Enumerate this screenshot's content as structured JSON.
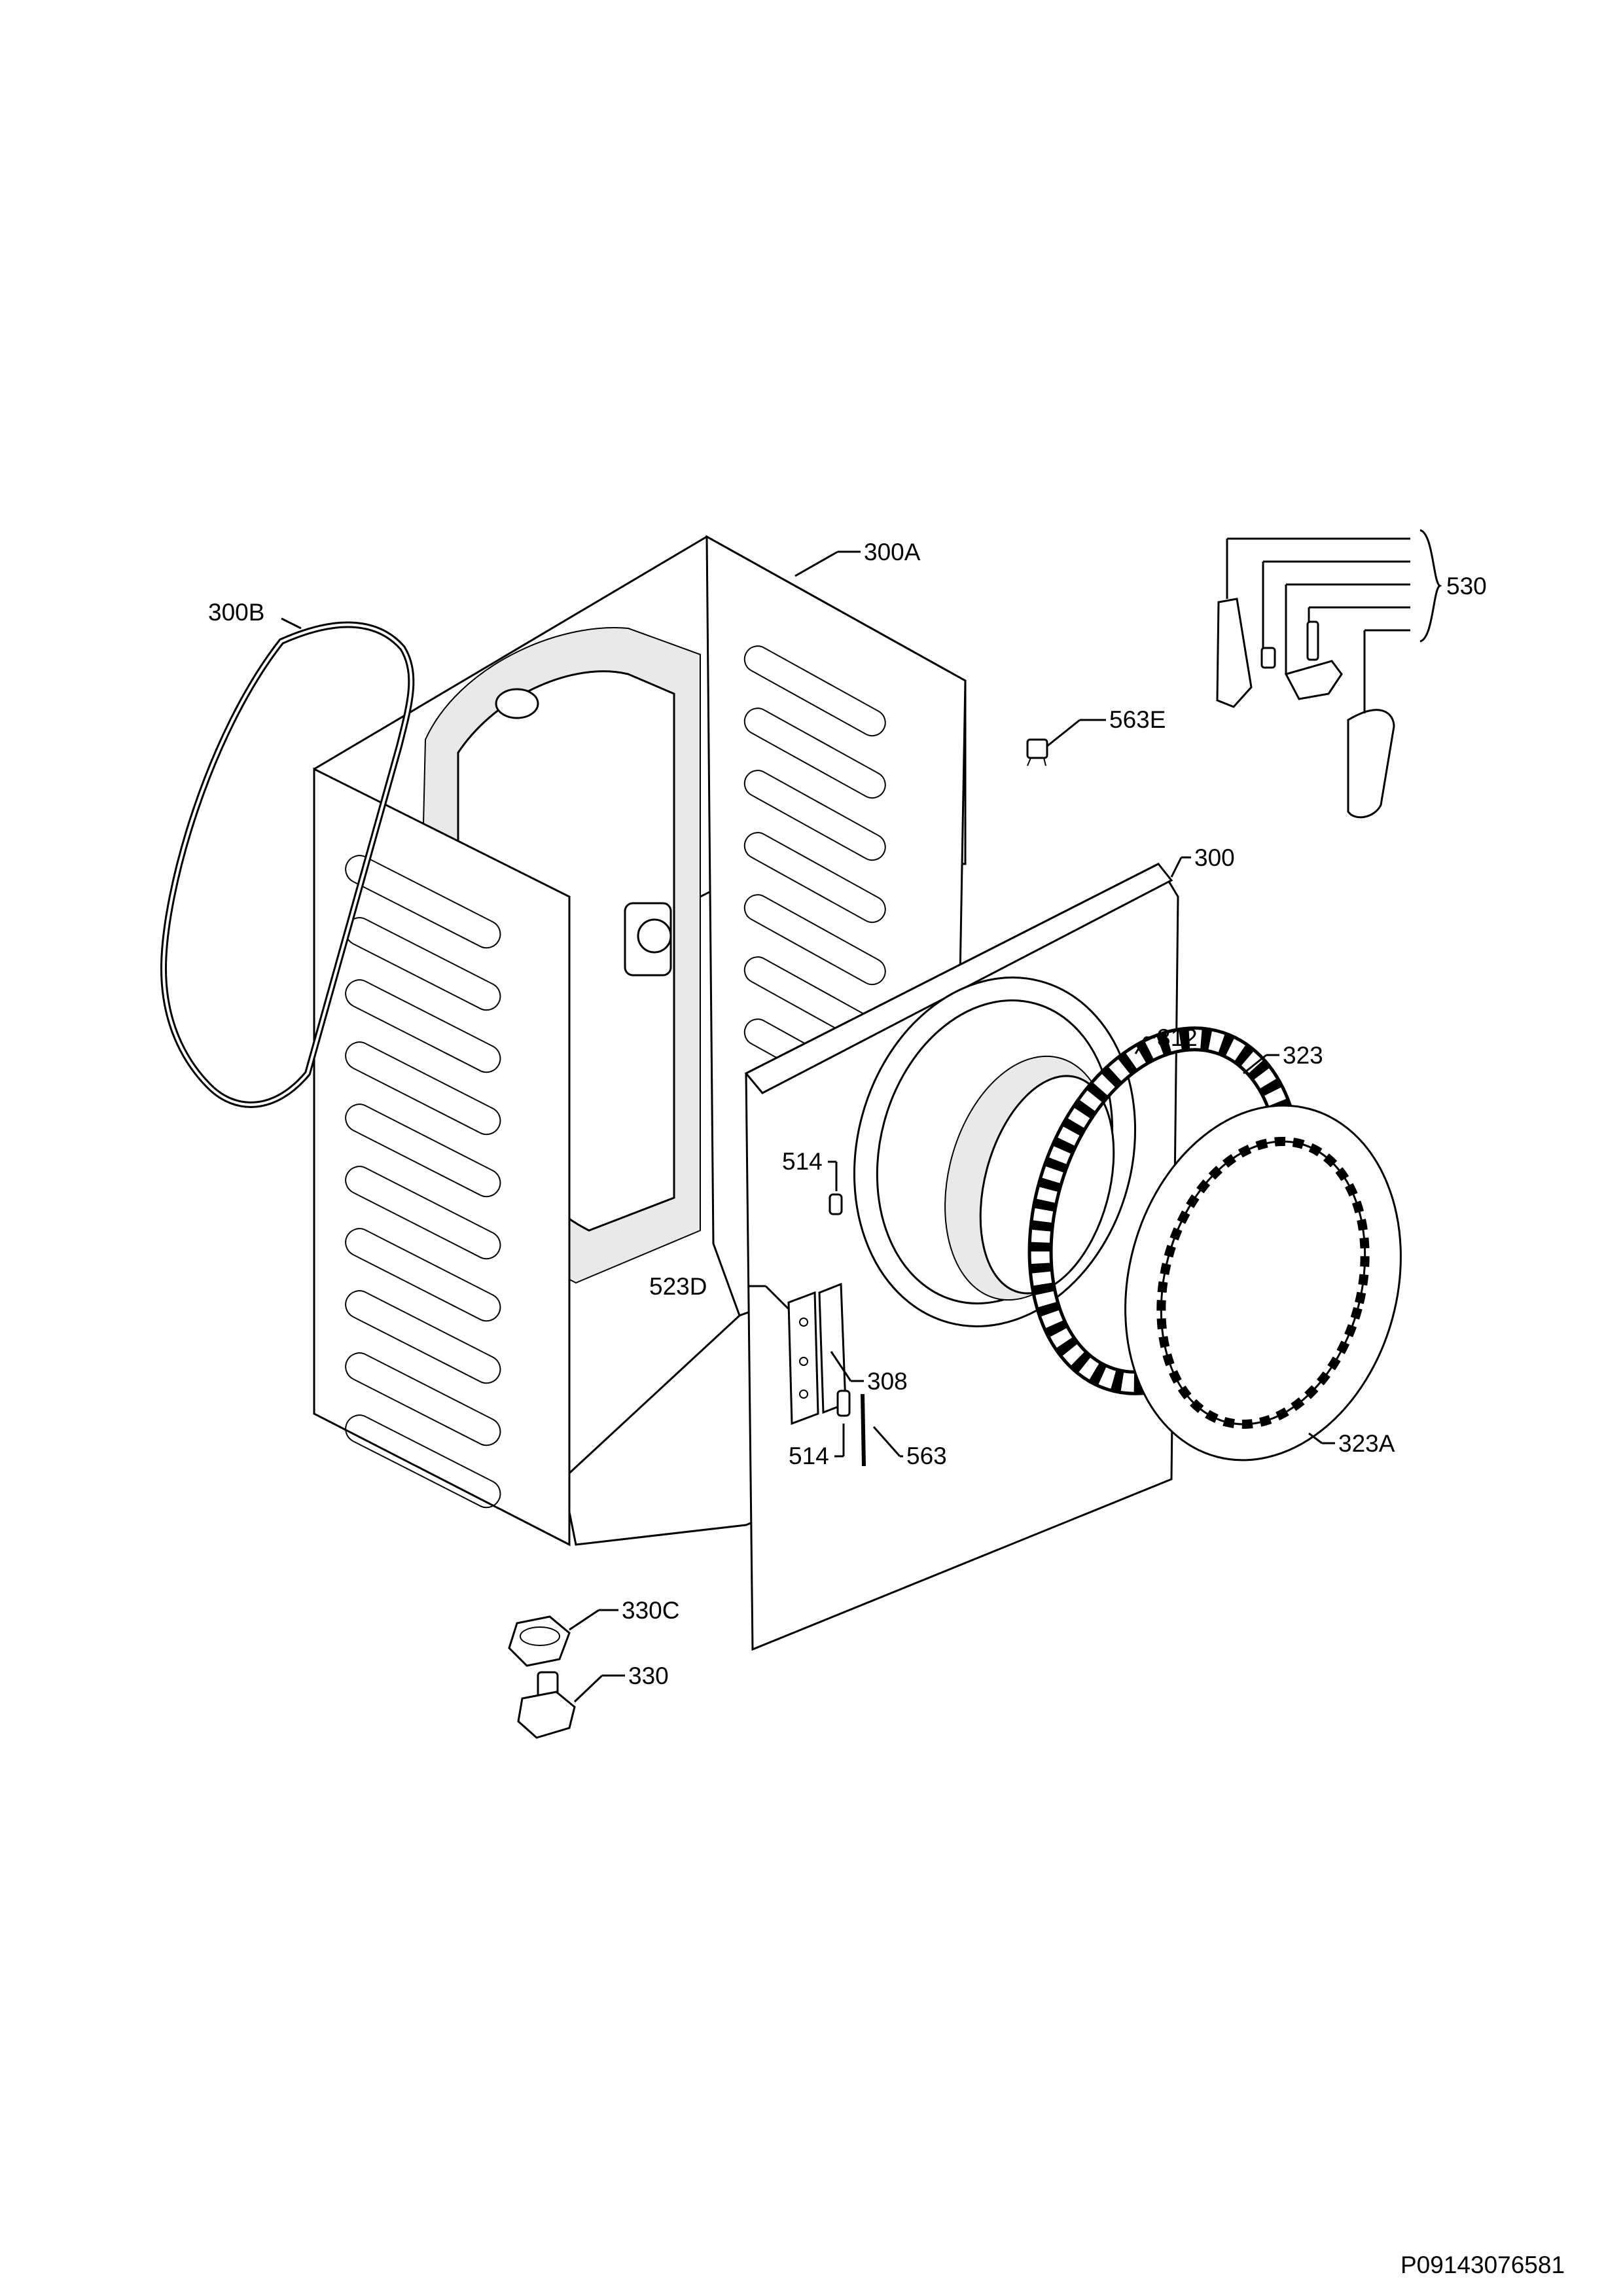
{
  "labels": {
    "l300A": "300A",
    "l300B": "300B",
    "l530": "530",
    "l563E": "563E",
    "l300": "300",
    "l312": "312",
    "l323": "323",
    "l514a": "514",
    "l523D": "523D",
    "l308": "308",
    "l514b": "514",
    "l563": "563",
    "l323A": "323A",
    "l330C": "330C",
    "l330": "330"
  },
  "footer": {
    "code": "P09143076581"
  }
}
